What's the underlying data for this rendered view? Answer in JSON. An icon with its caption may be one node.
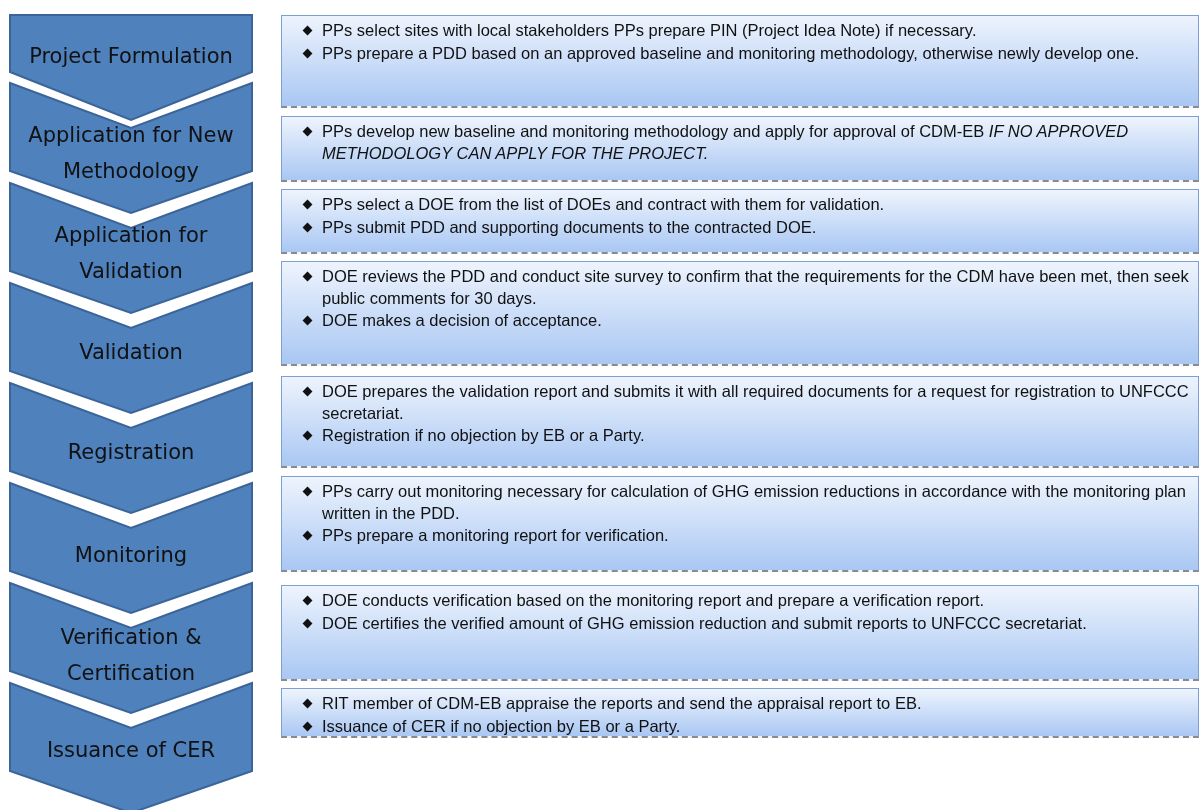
{
  "diagram": {
    "nodes": [
      {
        "text": [
          "Project Formulation"
        ]
      },
      {
        "text": [
          "Application for New Methodology"
        ]
      },
      {
        "text": [
          "Application for Validation"
        ]
      },
      {
        "text": [
          "Validation"
        ]
      },
      {
        "text": [
          "Registration"
        ]
      },
      {
        "text": [
          "Monitoring"
        ]
      },
      {
        "text": [
          "Verification & Certification"
        ]
      },
      {
        "text": [
          "Issuance of CER"
        ]
      },
      {
        "text": [
          "PPs select sites with local stakeholders PPs prepare PIN (Project Idea Note) if necessary.",
          "PPs prepare a PDD based on an approved baseline and monitoring methodology, otherwise newly develop one."
        ]
      },
      {
        "text": [
          "PPs develop new baseline and monitoring methodology and apply for approval of CDM-EB *IF NO APPROVED METHODOLOGY CAN APPLY FOR THE PROJECT.*"
        ]
      },
      {
        "text": [
          "PPs select a DOE from the list of DOEs and contract with them for validation.",
          "PPs submit PDD and supporting documents to the contracted DOE."
        ]
      },
      {
        "text": [
          "DOE reviews the PDD and conduct site survey to confirm that the requirements for the CDM have been met, then seek public comments for 30 days.",
          "DOE makes a decision of acceptance."
        ]
      },
      {
        "text": [
          "DOE prepares the validation report and submits it with all required documents for a request for registration to UNFCCC secretariat.",
          "Registration if no objection by EB or a Party."
        ]
      },
      {
        "text": [
          "PPs carry out monitoring necessary for calculation of GHG emission reductions in accordance with the monitoring plan written in the PDD.",
          "PPs prepare a monitoring report for verification."
        ]
      },
      {
        "text": [
          "DOE conducts verification based on the monitoring report and prepare a verification report.",
          "DOE certifies the verified amount of GHG emission reduction and submit reports to UNFCCC secretariat."
        ]
      },
      {
        "text": [
          "RIT member of CDM-EB appraise the reports and send the appraisal report to EB.",
          "Issuance of CER if no objection by EB or a Party."
        ]
      }
    ]
  }
}
